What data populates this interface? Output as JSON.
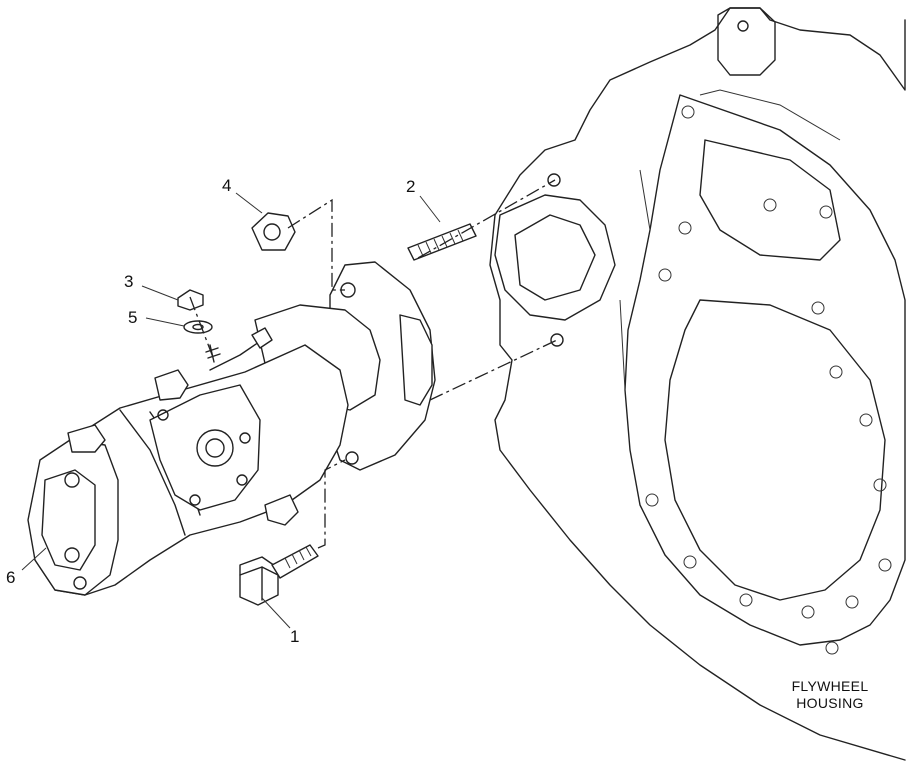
{
  "callouts": {
    "c1": "1",
    "c2": "2",
    "c3": "3",
    "c4": "4",
    "c5": "5",
    "c6": "6"
  },
  "housing_label": {
    "line1": "FLYWHEEL",
    "line2": "HOUSING"
  }
}
